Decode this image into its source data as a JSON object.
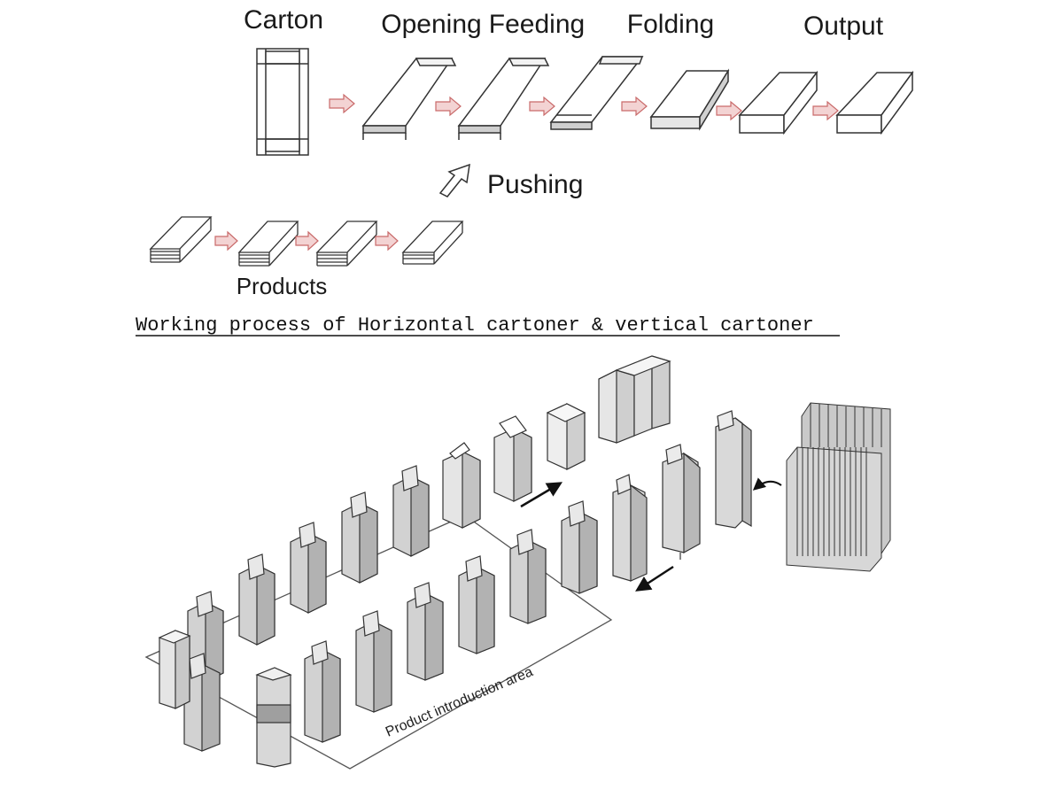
{
  "horizontal": {
    "steps": [
      "Carton",
      "Opening",
      "Feeding",
      "Folding",
      "Output"
    ],
    "pushing_label": "Pushing",
    "products_label": "Products"
  },
  "title": "Working process of Horizontal cartoner & vertical cartoner",
  "vertical": {
    "area_label": "Product introduction area"
  },
  "colors": {
    "line": "#333333",
    "arrow_fill": "#f3d3d3",
    "arrow_stroke": "#c96a6a",
    "carton_front": "#dadada",
    "carton_side": "#b4b4b4",
    "carton_top": "#eeeeee"
  }
}
